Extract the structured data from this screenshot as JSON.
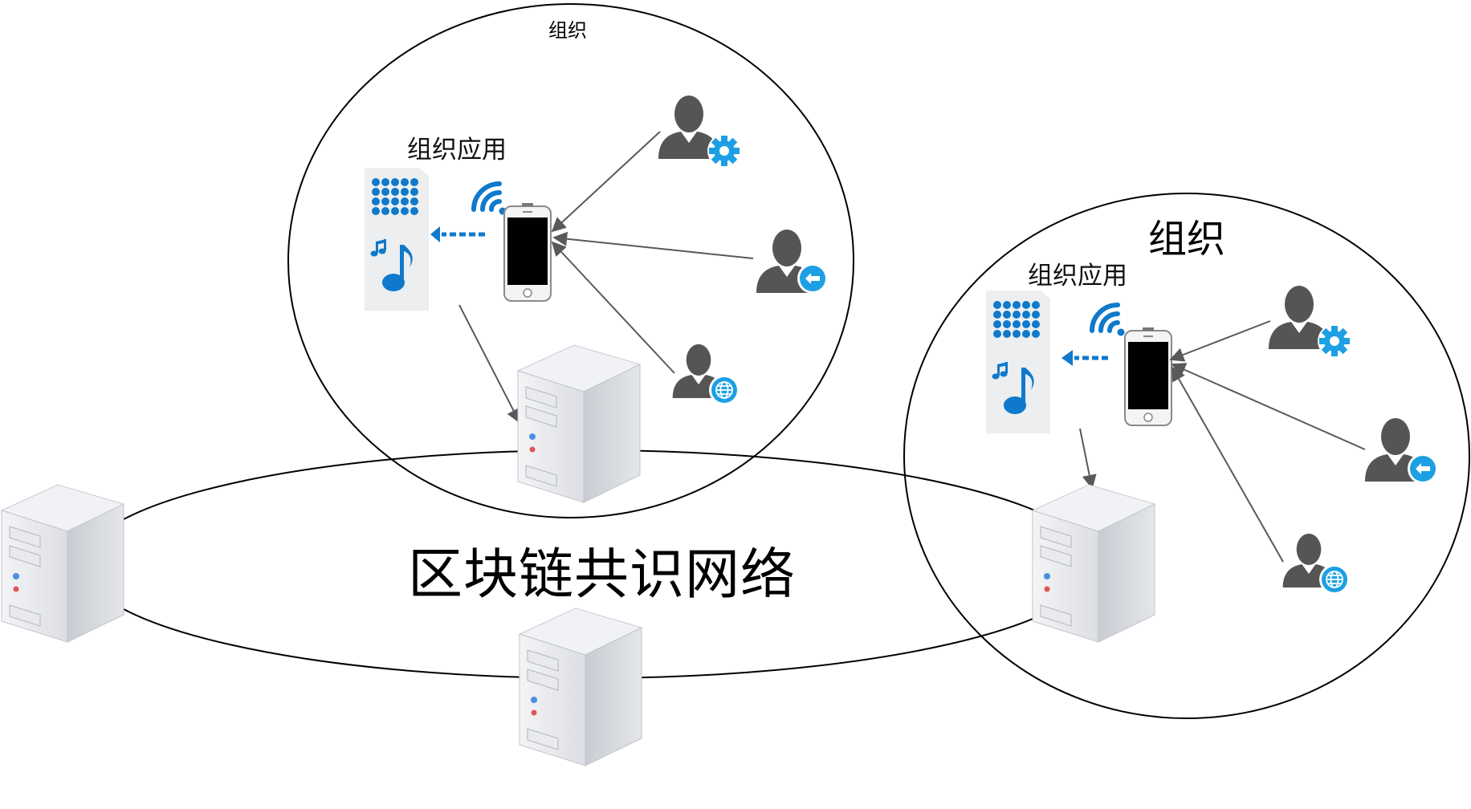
{
  "organizations": [
    {
      "title": "组织",
      "app_label": "组织应用"
    },
    {
      "title": "组织",
      "app_label": "组织应用"
    }
  ],
  "network": {
    "title": "区块链共识网络"
  },
  "icons": {
    "server": "server-icon",
    "phone": "smartphone-icon",
    "app": "app-grid-music-icon",
    "wifi": "wifi-signal-icon",
    "user_admin": "user-gear-icon",
    "user_login": "user-arrow-icon",
    "user_web": "user-globe-icon"
  },
  "colors": {
    "accent_blue": "#0f79cc",
    "badge_blue": "#1d9fe3",
    "user_gray": "#555555",
    "line": "#000000",
    "arrow": "#595959"
  }
}
